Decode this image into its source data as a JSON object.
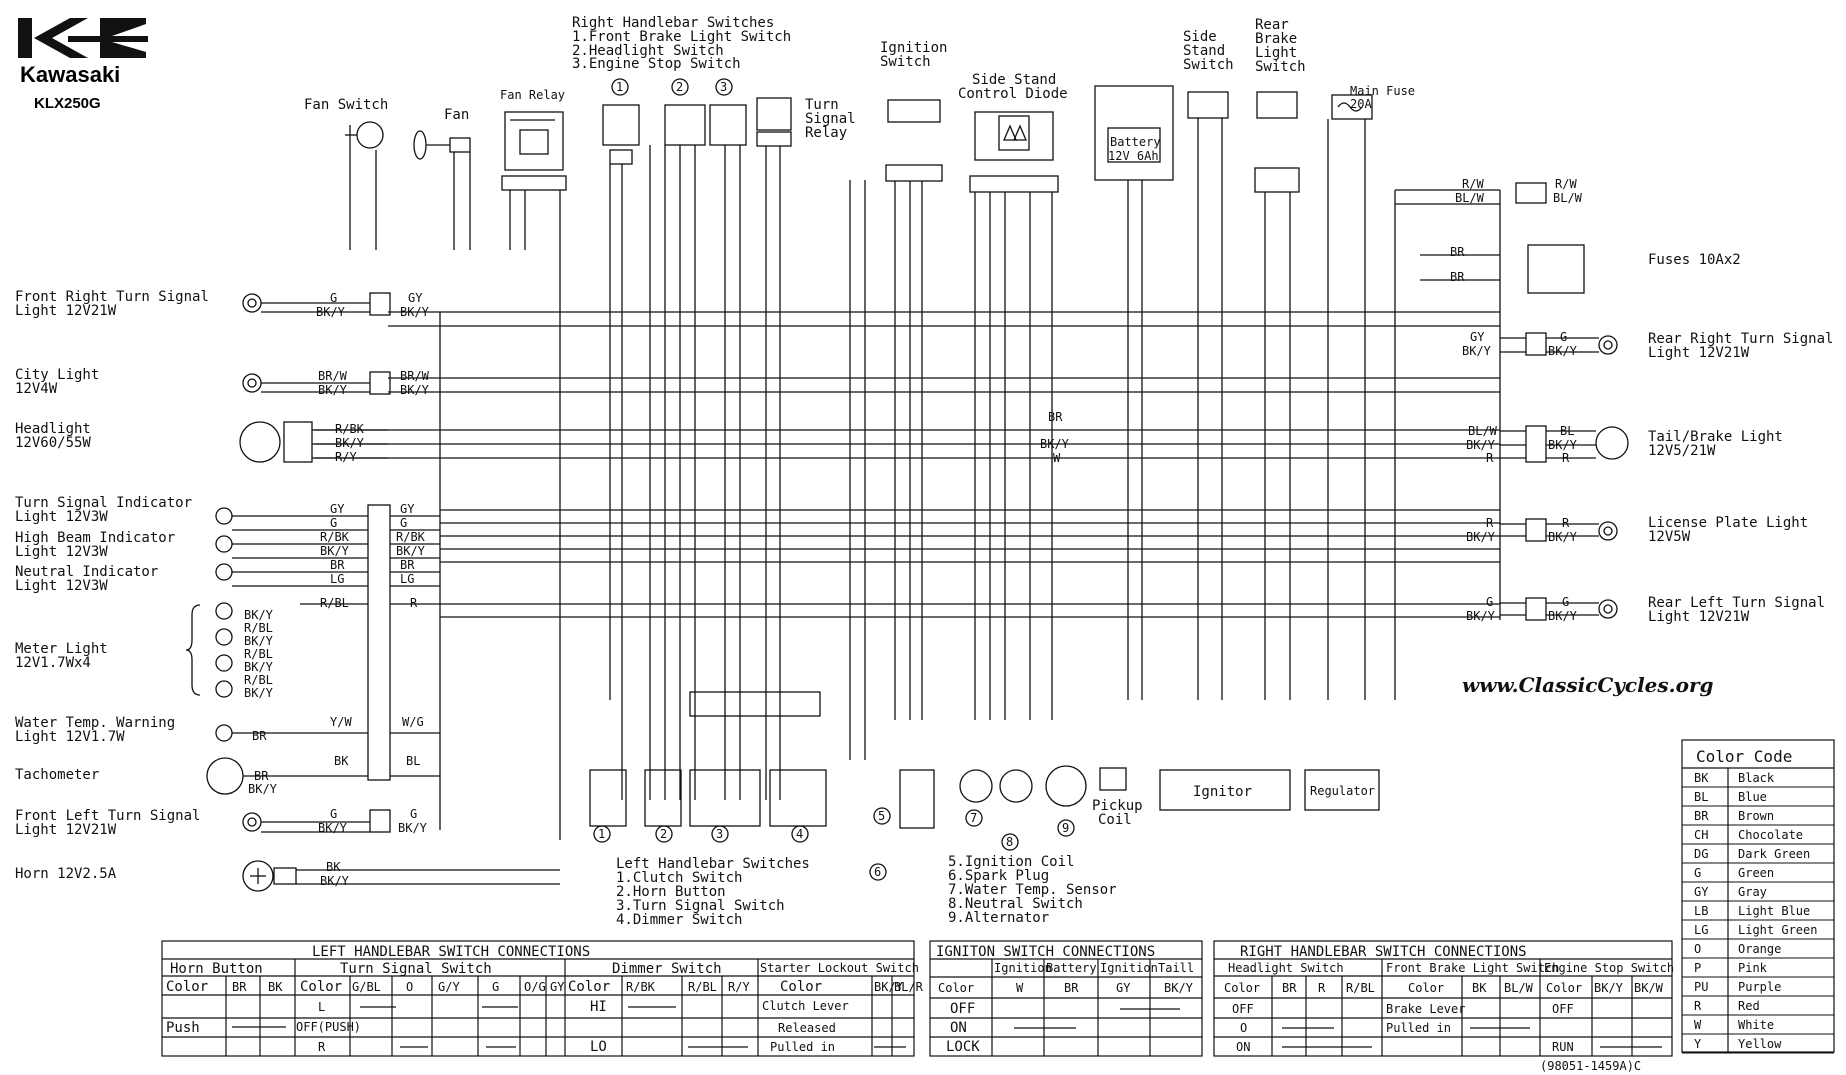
{
  "brand": {
    "name": "Kawasaki",
    "model": "KLX250G",
    "credit": "www.ClassicCycles.org",
    "doc_no": "(98051-1459A)C"
  },
  "top": {
    "right_switches_title": "Right Handlebar Switches",
    "right_switches": [
      "1.Front Brake Light Switch",
      "2.Headlight Switch",
      "3.Engine Stop Switch"
    ],
    "fan_switch": "Fan Switch",
    "fan": "Fan",
    "fan_relay": "Fan Relay",
    "turn_relay": [
      "Turn",
      "Signal",
      "Relay"
    ],
    "ignition_switch": [
      "Ignition",
      "Switch"
    ],
    "diode": [
      "Side Stand",
      "Control Diode"
    ],
    "battery": [
      "Battery",
      "12V 6Ah"
    ],
    "side_stand": [
      "Side",
      "Stand",
      "Switch"
    ],
    "rear_brake": [
      "Rear",
      "Brake",
      "Light",
      "Switch"
    ],
    "main_fuse": [
      "Main Fuse",
      "20A"
    ],
    "circ": [
      "1",
      "2",
      "3"
    ]
  },
  "left_components": [
    {
      "label": "Front Right Turn Signal",
      "sub": "Light 12V21W"
    },
    {
      "label": "City Light",
      "sub": "12V4W"
    },
    {
      "label": "Headlight",
      "sub": "12V60/55W"
    },
    {
      "label": "Turn Signal Indicator",
      "sub": "Light 12V3W"
    },
    {
      "label": "High Beam Indicator",
      "sub": "Light 12V3W"
    },
    {
      "label": "Neutral Indicator",
      "sub": "Light 12V3W"
    },
    {
      "label": "Meter Light",
      "sub": "12V1.7Wx4"
    },
    {
      "label": "Water Temp. Warning",
      "sub": "Light 12V1.7W"
    },
    {
      "label": "Tachometer",
      "sub": ""
    },
    {
      "label": "Front Left Turn Signal",
      "sub": "Light 12V21W"
    },
    {
      "label": "Horn 12V2.5A",
      "sub": ""
    }
  ],
  "right_components": [
    {
      "label": "Fuses 10Ax2",
      "sub": ""
    },
    {
      "label": "Rear Right Turn Signal",
      "sub": "Light 12V21W"
    },
    {
      "label": "Tail/Brake Light",
      "sub": "12V5/21W"
    },
    {
      "label": "License Plate Light",
      "sub": "12V5W"
    },
    {
      "label": "Rear Left Turn Signal",
      "sub": "Light 12V21W"
    }
  ],
  "wire_labels": {
    "frt": [
      "G",
      "BK/Y",
      "GY",
      "BK/Y"
    ],
    "city": [
      "BR/W",
      "BK/Y",
      "BR/W",
      "BK/Y"
    ],
    "head": [
      "R/BK",
      "BK/Y",
      "R/Y"
    ],
    "ind_left": [
      "GY",
      "G",
      "R/BK",
      "BK/Y",
      "BR",
      "LG",
      "R/BL"
    ],
    "ind_right": [
      "GY",
      "G",
      "R/BK",
      "BK/Y",
      "BR",
      "LG",
      "R"
    ],
    "meter": [
      "BK/Y",
      "R/BL",
      "BK/Y",
      "R/BL",
      "BK/Y",
      "R/BL",
      "BK/Y"
    ],
    "water": [
      "Y/W",
      "BR",
      "W/G"
    ],
    "tach": [
      "BK",
      "BR",
      "BK/Y",
      "BL"
    ],
    "flt": [
      "G",
      "BK/Y",
      "G",
      "BK/Y"
    ],
    "horn": [
      "BK",
      "BK/Y"
    ],
    "center": [
      "BR",
      "BK/Y",
      "W"
    ],
    "rrt": [
      "GY",
      "BK/Y",
      "G",
      "BK/Y"
    ],
    "tail": [
      "BL/W",
      "BK/Y",
      "R",
      "BL",
      "BK/Y",
      "R"
    ],
    "lic": [
      "R",
      "BK/Y",
      "R",
      "BK/Y"
    ],
    "rlt": [
      "G",
      "BK/Y",
      "G",
      "BK/Y"
    ],
    "fuse": [
      "R/W",
      "BL/W",
      "R/W",
      "BL/W",
      "BR",
      "BR"
    ]
  },
  "bottom": {
    "left_switch_title": "Left Handlebar Switches",
    "left_switches": [
      "1.Clutch Switch",
      "2.Horn Button",
      "3.Turn Signal Switch",
      "4.Dimmer Switch"
    ],
    "legend": [
      "5.Ignition Coil",
      "6.Spark Plug",
      "7.Water Temp. Sensor",
      "8.Neutral Switch",
      "9.Alternator"
    ],
    "pickup": [
      "Pickup",
      "Coil"
    ],
    "ignitor": "Ignitor",
    "regulator": "Regulator",
    "circ": [
      "1",
      "2",
      "3",
      "4",
      "5",
      "6",
      "7",
      "8",
      "9"
    ]
  },
  "color_code": {
    "title": "Color Code",
    "rows": [
      [
        "BK",
        "Black"
      ],
      [
        "BL",
        "Blue"
      ],
      [
        "BR",
        "Brown"
      ],
      [
        "CH",
        "Chocolate"
      ],
      [
        "DG",
        "Dark Green"
      ],
      [
        "G",
        "Green"
      ],
      [
        "GY",
        "Gray"
      ],
      [
        "LB",
        "Light Blue"
      ],
      [
        "LG",
        "Light Green"
      ],
      [
        "O",
        "Orange"
      ],
      [
        "P",
        "Pink"
      ],
      [
        "PU",
        "Purple"
      ],
      [
        "R",
        "Red"
      ],
      [
        "W",
        "White"
      ],
      [
        "Y",
        "Yellow"
      ]
    ]
  },
  "tables": {
    "left": {
      "title": "LEFT HANDLEBAR SWITCH CONNECTIONS",
      "sections": [
        "Horn Button",
        "Turn Signal Switch",
        "Dimmer Switch",
        "Starter Lockout Switch"
      ],
      "horn_cols": [
        "Color",
        "BR",
        "BK"
      ],
      "horn_rows": [
        "Push"
      ],
      "turn_cols": [
        "Color",
        "G/BL",
        "O",
        "G/Y",
        "G",
        "O/G",
        "GY"
      ],
      "turn_rows": [
        "L",
        "OFF(PUSH)",
        "R"
      ],
      "dim_cols": [
        "Color",
        "R/BK",
        "R/BL",
        "R/Y"
      ],
      "dim_rows": [
        "HI",
        "LO"
      ],
      "start_cols": [
        "Color",
        "BK/Y",
        "BL/R"
      ],
      "start_rows": [
        "Clutch Lever",
        "Released",
        "Pulled in"
      ]
    },
    "ign": {
      "title": "IGNITON SWITCH CONNECTIONS",
      "cols": [
        "Color",
        "Ignition",
        "Battery",
        "Ignition",
        "Taill"
      ],
      "cols2": [
        "",
        "W",
        "BR",
        "GY",
        "BK/Y"
      ],
      "rows": [
        "OFF",
        "ON",
        "LOCK"
      ]
    },
    "right": {
      "title": "RIGHT HANDLEBAR SWITCH CONNECTIONS",
      "sections": [
        "Headlight Switch",
        "Front Brake Light Switch",
        "Engine Stop Switch"
      ],
      "head_cols": [
        "Color",
        "BR",
        "R",
        "R/BL"
      ],
      "head_rows": [
        "OFF",
        "O",
        "ON"
      ],
      "brake_cols": [
        "Color",
        "BK",
        "BL/W"
      ],
      "brake_rows": [
        "Brake Lever",
        "Pulled in"
      ],
      "stop_cols": [
        "Color",
        "BK/Y",
        "BK/W"
      ],
      "stop_rows": [
        "OFF",
        "RUN"
      ]
    }
  }
}
